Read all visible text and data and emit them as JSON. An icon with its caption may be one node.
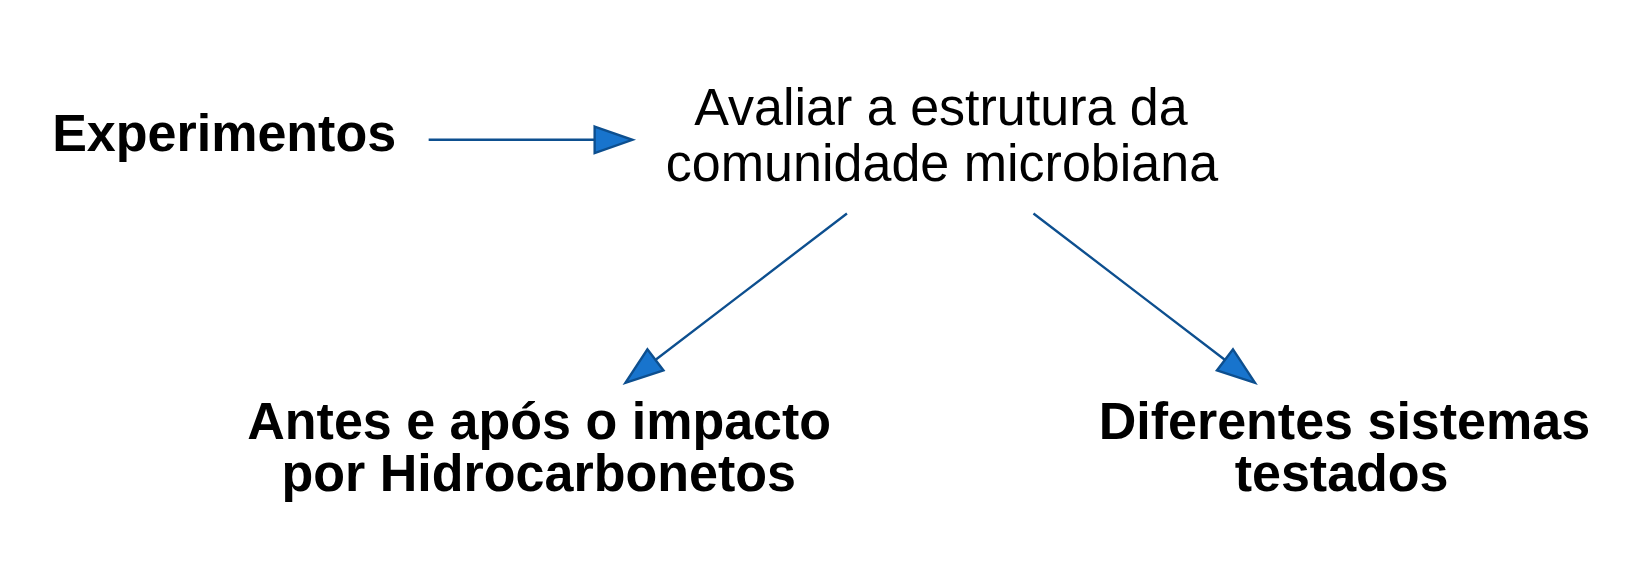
{
  "diagram": {
    "nodes": [
      {
        "text": [
          "Experimentos"
        ]
      },
      {
        "text": [
          "Avaliar a estrutura da comunidade microbiana"
        ]
      },
      {
        "text": [
          "Antes e após o impacto por Hidrocarbonetos"
        ]
      },
      {
        "text": [
          "Diferentes sistemas testados"
        ]
      }
    ],
    "edges": [
      {
        "from": 0,
        "to": 1,
        "arrow": "to"
      },
      {
        "from": 1,
        "to": 2,
        "arrow": "to"
      },
      {
        "from": 1,
        "to": 3,
        "arrow": "to"
      }
    ]
  }
}
